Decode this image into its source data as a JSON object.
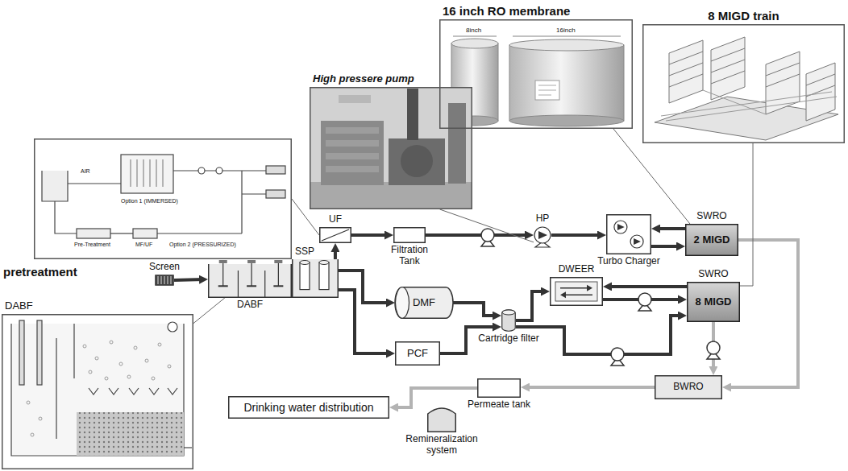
{
  "diagram": {
    "nodes": [
      {
        "text": [
          "16 inch RO membrane"
        ]
      },
      {
        "text": [
          "8 MIGD train"
        ]
      },
      {
        "text": [
          "High pressere pump"
        ]
      },
      {
        "text": [
          "Option 1 (IMMERSED)",
          "Option 2 (PRESSURIZED)"
        ]
      },
      {
        "text": [
          "Screen"
        ]
      },
      {
        "text": [
          "DABF"
        ]
      },
      {
        "text": [
          "SSP"
        ]
      },
      {
        "text": [
          "UF"
        ]
      },
      {
        "text": [
          "Filtration Tank"
        ]
      },
      {
        "text": [
          "HP"
        ]
      },
      {
        "text": [
          "Turbo Charger"
        ]
      },
      {
        "text": [
          "SWRO",
          "2 MIGD"
        ]
      },
      {
        "text": [
          "DWEER"
        ]
      },
      {
        "text": [
          "SWRO",
          "8 MIGD"
        ]
      },
      {
        "text": [
          "DMF"
        ]
      },
      {
        "text": [
          "PCF"
        ]
      },
      {
        "text": [
          "Cartridge filter"
        ]
      },
      {
        "text": [
          "BWRO"
        ]
      },
      {
        "text": [
          "Permeate tank"
        ]
      },
      {
        "text": [
          "Remineralization system"
        ]
      },
      {
        "text": [
          "Drinking water distribution"
        ]
      },
      {
        "text": [
          "DABF"
        ]
      }
    ],
    "edges": [
      {
        "from": 4,
        "to": 5,
        "arrow": "to"
      },
      {
        "from": 6,
        "to": 7,
        "arrow": "to"
      },
      {
        "from": 7,
        "to": 8,
        "arrow": "to"
      },
      {
        "from": 8,
        "to": 9,
        "arrow": "to"
      },
      {
        "from": 9,
        "to": 10,
        "arrow": "to"
      },
      {
        "from": 10,
        "to": 11,
        "arrow": "to"
      },
      {
        "from": 11,
        "to": 10,
        "arrow": "to"
      },
      {
        "from": 6,
        "to": 14,
        "arrow": "to"
      },
      {
        "from": 6,
        "to": 15,
        "arrow": "to"
      },
      {
        "from": 14,
        "to": 16,
        "arrow": "to"
      },
      {
        "from": 15,
        "to": 16,
        "arrow": "to"
      },
      {
        "from": 16,
        "to": 12,
        "arrow": "to"
      },
      {
        "from": 12,
        "to": 13,
        "arrow": "to"
      },
      {
        "from": 13,
        "to": 12,
        "arrow": "to"
      },
      {
        "from": 16,
        "to": 13,
        "arrow": "to"
      },
      {
        "from": 11,
        "to": 17,
        "arrow": "to"
      },
      {
        "from": 13,
        "to": 17,
        "arrow": "to"
      },
      {
        "from": 17,
        "to": 18,
        "arrow": "to"
      },
      {
        "from": 18,
        "to": 20,
        "arrow": "to"
      },
      {
        "from": 3,
        "to": 7,
        "arrow": "none"
      },
      {
        "from": 21,
        "to": 5,
        "arrow": "none"
      },
      {
        "from": 0,
        "to": 11,
        "arrow": "none"
      },
      {
        "from": 1,
        "to": 13,
        "arrow": "none"
      },
      {
        "from": 2,
        "to": 9,
        "arrow": "none"
      }
    ],
    "labels": [
      "pretreatment",
      "8inch",
      "16inch",
      "AIR",
      "Pre-Treatment",
      "MF/UF"
    ]
  }
}
